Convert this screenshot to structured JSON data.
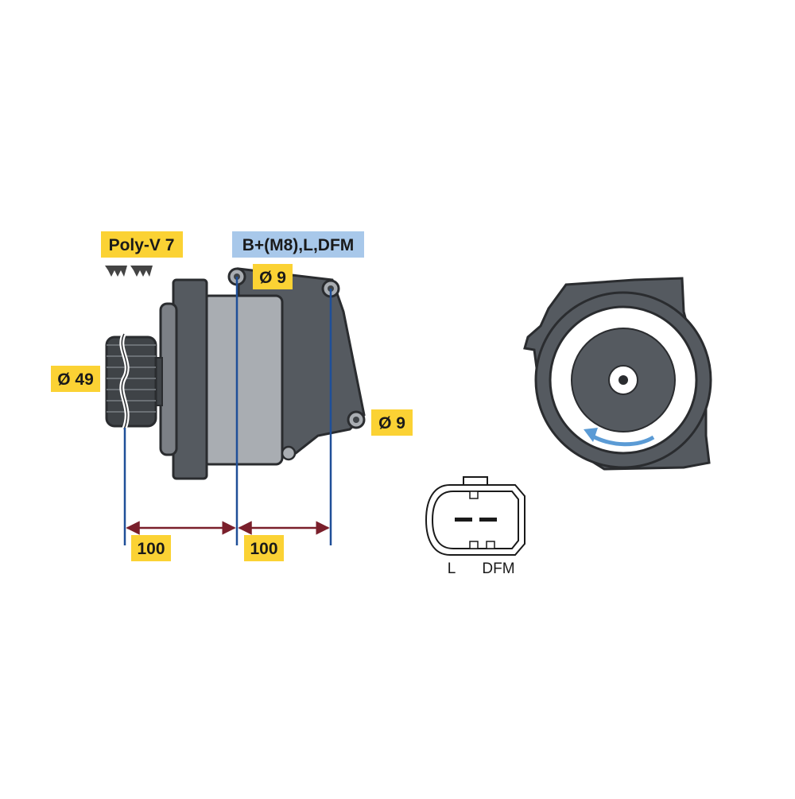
{
  "labels": {
    "belt": "Poly-V 7",
    "terminals": "B+(M8),L,DFM",
    "hole_top": "Ø 9",
    "hole_side": "Ø 9",
    "pulley_diameter": "Ø 49",
    "dim_left": "100",
    "dim_right": "100"
  },
  "connector": {
    "pin_left": "L",
    "pin_right": "DFM"
  },
  "colors": {
    "body": "#555a60",
    "body_dark": "#3f4347",
    "body_mid": "#7c8086",
    "body_light": "#a9adb2",
    "label_yellow": "#fbd234",
    "label_blue": "#a8c8ea",
    "dimension_line": "#1f4f98",
    "dimension_arrow": "#7a1f2b",
    "rotation_arrow": "#5b9bd5"
  },
  "icons": {
    "rotation": "clockwise-arrow-icon",
    "connector": "two-pin-plug-icon"
  }
}
